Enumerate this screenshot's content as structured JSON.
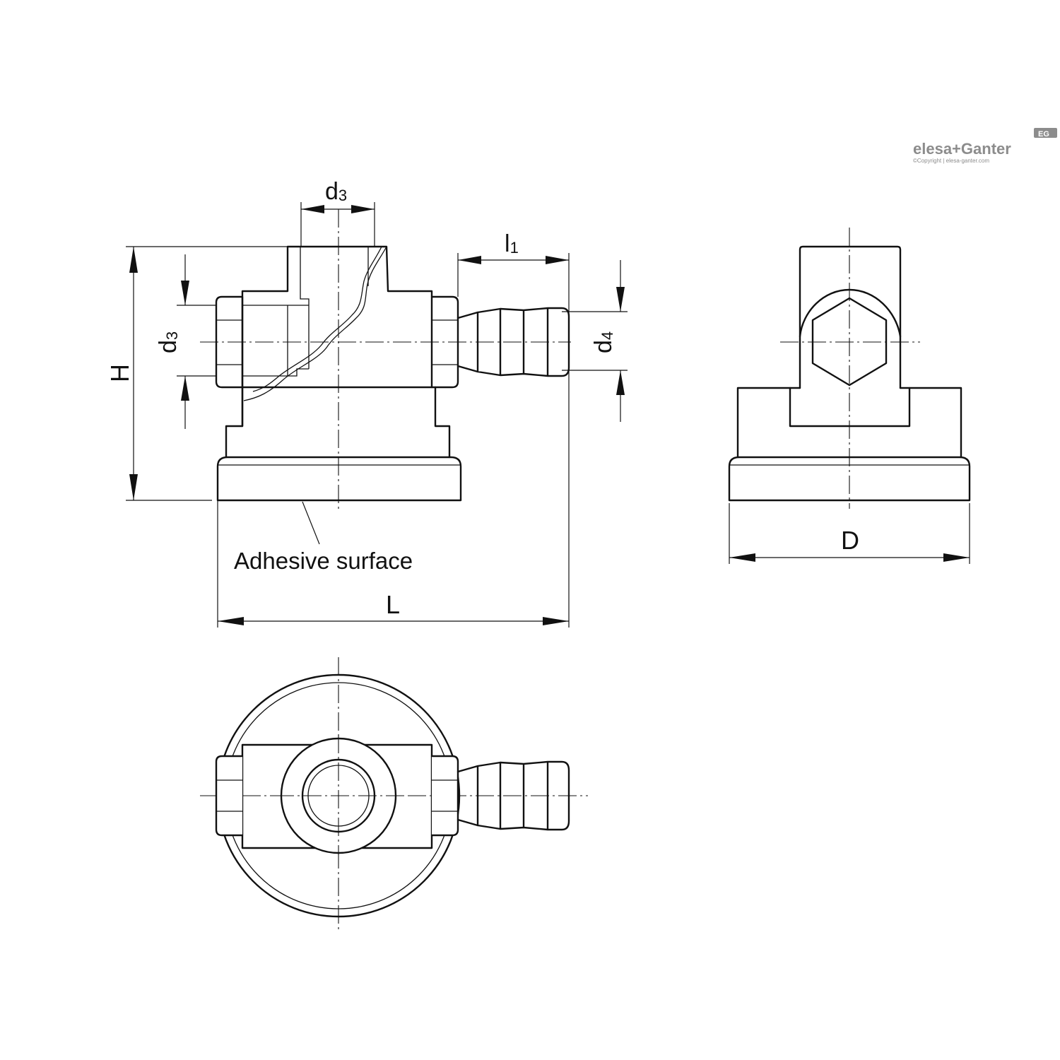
{
  "brand": {
    "logo_text": "elesa+Ganter",
    "badge_text": "EG",
    "copyright": "©Copyright | elesa-ganter.com"
  },
  "labels": {
    "d3_top": "d",
    "d3_top_sub": "3",
    "l1": "l",
    "l1_sub": "1",
    "d3_left": "d",
    "d3_left_sub": "3",
    "d4": "d",
    "d4_sub": "4",
    "H": "H",
    "L": "L",
    "D": "D",
    "adhesive": "Adhesive surface"
  },
  "colors": {
    "line": "#111111",
    "logo": "#8c8c8c",
    "background": "#ffffff"
  }
}
